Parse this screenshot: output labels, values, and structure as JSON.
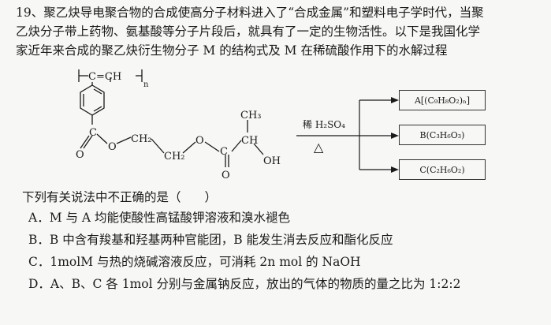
{
  "question": {
    "line1": "19、聚乙炔导电聚合物的合成使高分子材料进入了“合成金属”和塑料电子学时代，当聚",
    "line2": "乙炔分子带上药物、氨基酸等分子片段后，就具有了一定的生物活性。以下是我国化学",
    "line3": "家近年来合成的聚乙炔衍生物分子 M 的结构式及 M 在稀硫酸作用下的水解过程",
    "stem": "下列有关说法中不正确的是（",
    "stem_close": "）"
  },
  "structure": {
    "chain": "-[-C=CH-]-",
    "subscript_n": "n",
    "ch3": "CH₃",
    "ch2_a": "CH₂",
    "ch2_b": "CH₂",
    "ch": "CH",
    "oh": "OH",
    "o_label": "O"
  },
  "reaction": {
    "reagent": "稀 H₂SO₄",
    "heat": "△",
    "productA": "A[(C₉H₈O₂)ₙ]",
    "productB": "B(C₃H₆O₃)",
    "productC": "C(C₂H₆O₂)"
  },
  "options": {
    "A": "A．M 与 A 均能使酸性高锰酸钾溶液和溴水褪色",
    "B": "B．B 中含有羧基和羟基两种官能团，B 能发生消去反应和酯化反应",
    "C": "C．1molM 与热的烧碱溶液反应，可消耗 2n mol 的 NaOH",
    "D": "D．A、B、C 各 1mol 分别与金属钠反应，放出的气体的物质的量之比为 1:2:2"
  }
}
